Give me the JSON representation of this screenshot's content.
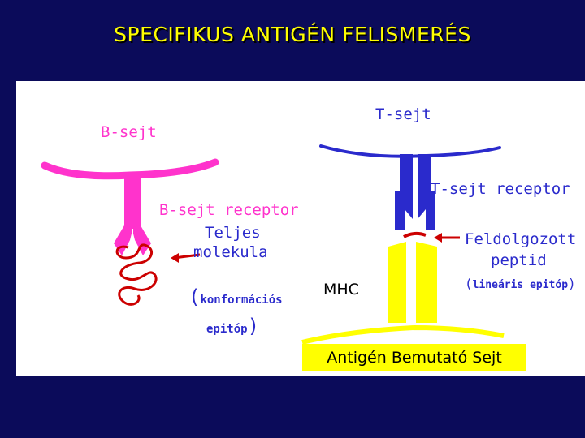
{
  "slide": {
    "title": "SPECIFIKUS ANTIGÉN FELISMERÉS"
  },
  "diagram": {
    "b_cell": "B-sejt",
    "t_cell": "T-sejt",
    "b_receptor": "B-sejt receptor",
    "t_receptor": "T-sejt receptor",
    "whole_molecule_line1": "Teljes",
    "whole_molecule_line2": "molekula",
    "conformational_line1": "konformációs",
    "conformational_line2": "epitóp",
    "processed_peptide_line1": "Feldolgozott",
    "processed_peptide_line2": "peptid",
    "linear_epitope": "lineáris epitóp",
    "mhc": "MHC",
    "apc": "Antigén Bemutató Sejt",
    "colors": {
      "background": "#0b0b5a",
      "title": "#ffff00",
      "b_cell": "#ff33cc",
      "t_cell": "#2a2acc",
      "mhc": "#ffff00",
      "arrow": "#cc0000",
      "antigen": "#cc0000"
    }
  }
}
